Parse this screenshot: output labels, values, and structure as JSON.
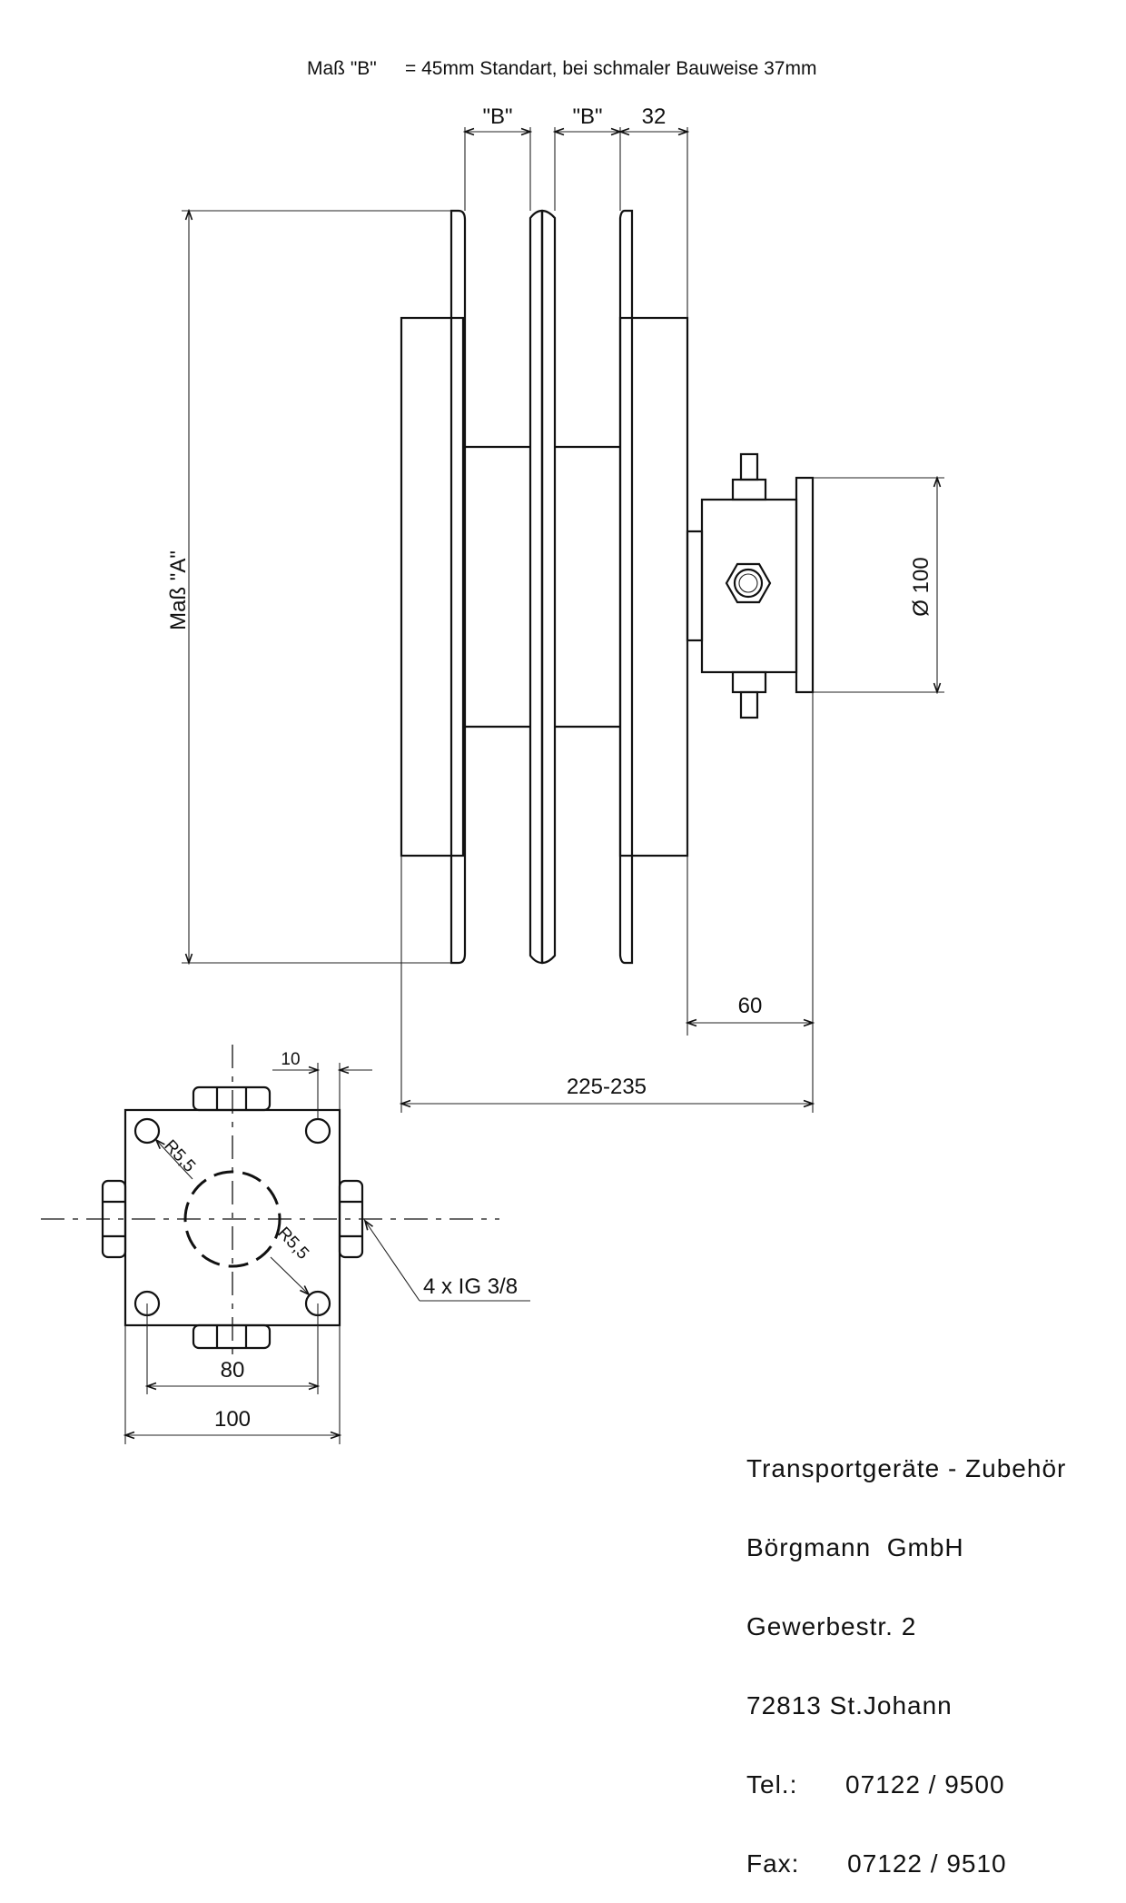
{
  "note": {
    "label": "Maß \"B\"",
    "text": "= 45mm Standart, bei schmaler Bauweise 37mm"
  },
  "dimensions": {
    "b_left": "\"B\"",
    "b_right": "\"B\"",
    "width_32": "32",
    "mass_a": "Maß \"A\"",
    "diameter": "Ø 100",
    "width_60": "60",
    "length_total": "225-235",
    "offset_10": "10",
    "radius_1": "R5,5",
    "radius_2": "R5,5",
    "thread": "4 x IG 3/8",
    "hole_spacing": "80",
    "plate_width": "100"
  },
  "company": {
    "line1": "Transportgeräte - Zubehör",
    "line2": "Börgmann  GmbH",
    "line3": "Gewerbestr. 2",
    "line4": "72813 St.Johann",
    "line5": "Tel.:      07122 / 9500",
    "line6": "Fax:      07122 / 9510"
  }
}
